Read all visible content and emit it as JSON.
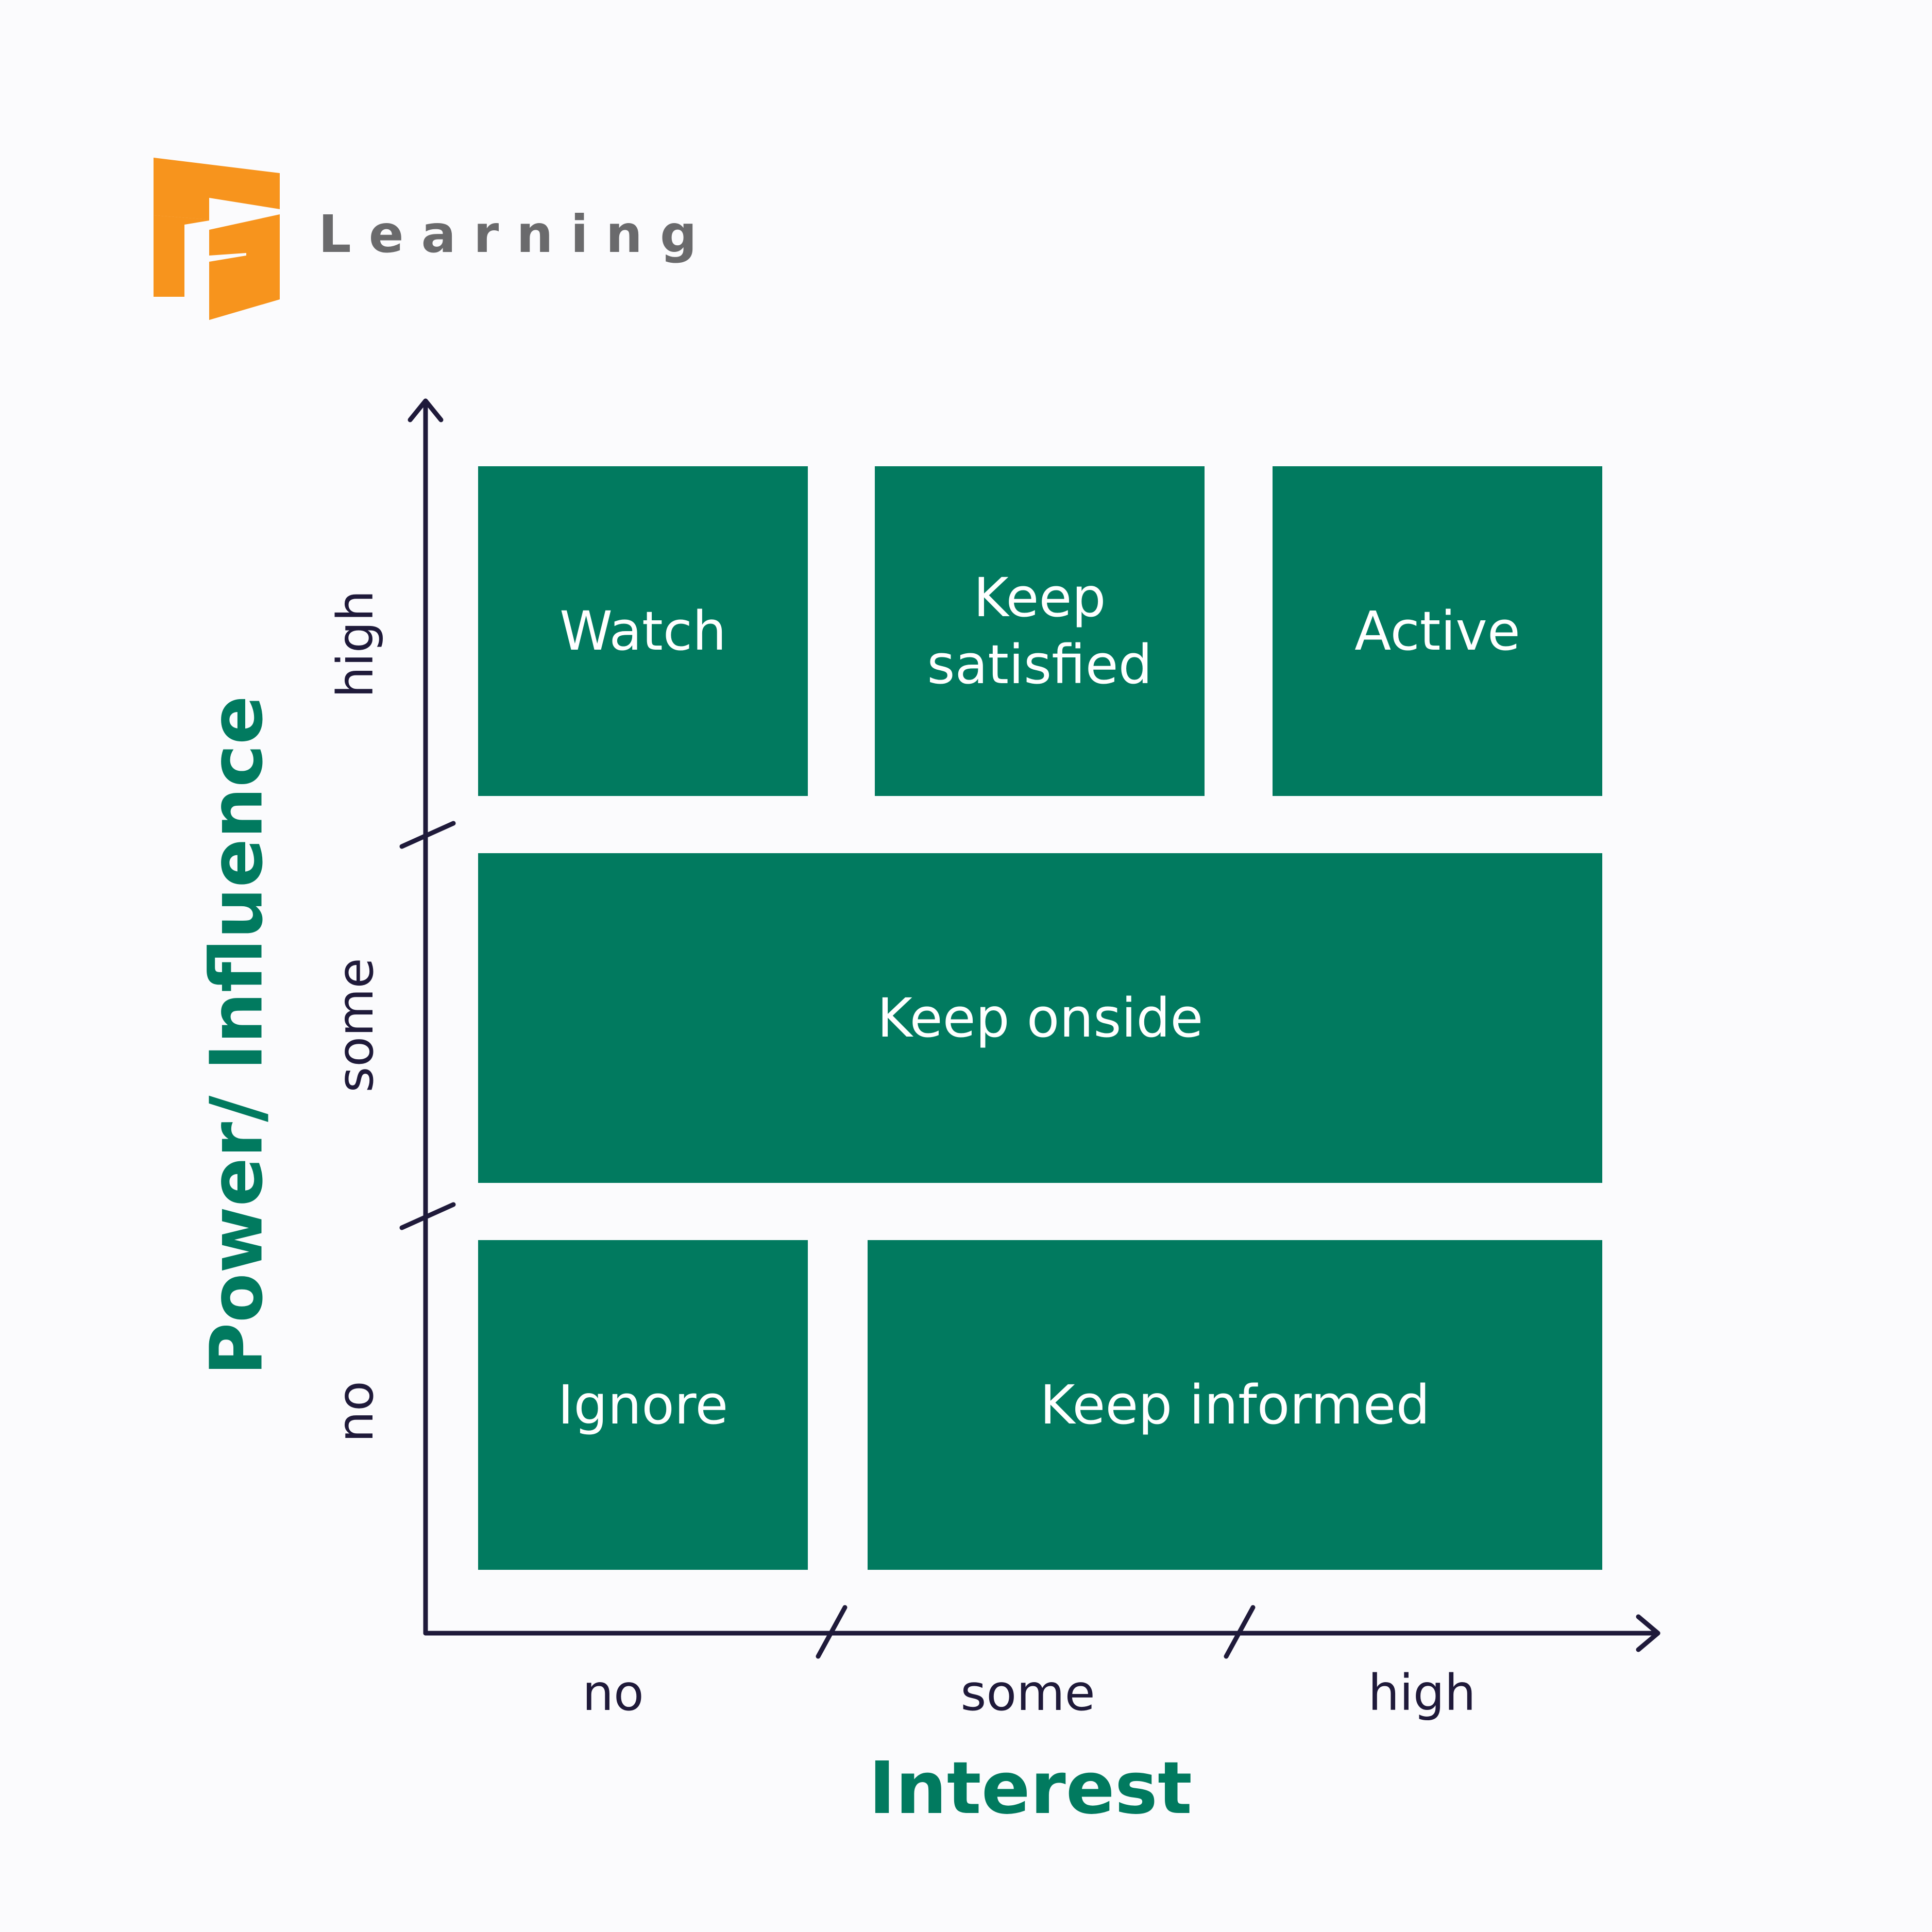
{
  "brand": {
    "name": "Learning",
    "logo_icon": "orange-f-logo-icon",
    "accent_color": "#f7941d",
    "text_color": "#6a6a6c"
  },
  "colors": {
    "box_fill": "#017a5f",
    "axis": "#1f1a3a",
    "title": "#017a5f",
    "background": "#fbfbfd"
  },
  "diagram": {
    "x_axis": {
      "title": "Interest",
      "ticks": [
        "no",
        "some",
        "high"
      ]
    },
    "y_axis": {
      "title": "Power/ Influence",
      "ticks": [
        "no",
        "some",
        "high"
      ]
    },
    "boxes": [
      {
        "label": "Watch"
      },
      {
        "label": "Keep\nsatisfied"
      },
      {
        "label": "Active"
      },
      {
        "label": "Keep onside"
      },
      {
        "label": "Ignore"
      },
      {
        "label": "Keep informed"
      }
    ]
  }
}
